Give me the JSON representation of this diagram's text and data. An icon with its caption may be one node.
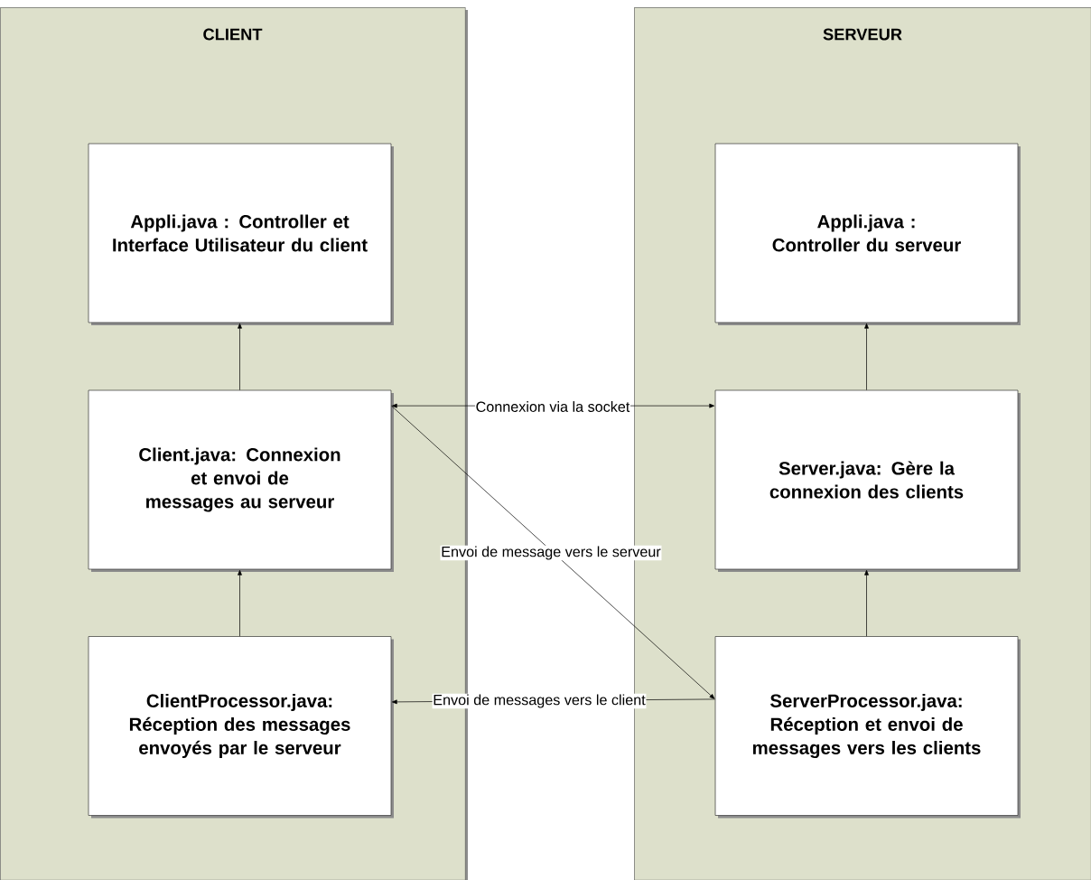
{
  "diagram": {
    "nodes": [
      {
        "text": [
          "CLIENT"
        ]
      },
      {
        "text": [
          "Appli.java : Controller et Interface Utilisateur du client"
        ],
        "in": 0
      },
      {
        "text": [
          "Client.java: Connexion et envoi de messages au serveur"
        ],
        "in": 0
      },
      {
        "text": [
          "ClientProcessor.java: Réception des messages envoyés par le serveur"
        ],
        "in": 0
      },
      {
        "text": [
          "SERVEUR"
        ]
      },
      {
        "text": [
          "Appli.java : Controller du serveur"
        ],
        "in": 4
      },
      {
        "text": [
          "Server.java: Gère la connexion des clients"
        ],
        "in": 4
      },
      {
        "text": [
          "ServerProcessor.java: Réception et envoi de messages vers les clients"
        ],
        "in": 4
      }
    ],
    "edges": [
      {
        "from": 2,
        "to": 1,
        "arrow": "to"
      },
      {
        "from": 3,
        "to": 2,
        "arrow": "to"
      },
      {
        "from": 6,
        "to": 5,
        "arrow": "to"
      },
      {
        "from": 7,
        "to": 6,
        "arrow": "to"
      },
      {
        "from": 2,
        "to": 6,
        "arrow": "both",
        "label": "Connexion via la socket"
      },
      {
        "from": 2,
        "to": 7,
        "arrow": "to",
        "label": "Envoi de message vers le serveur"
      },
      {
        "from": 7,
        "to": 3,
        "arrow": "to",
        "label": "Envoi de messages vers le client"
      }
    ]
  }
}
